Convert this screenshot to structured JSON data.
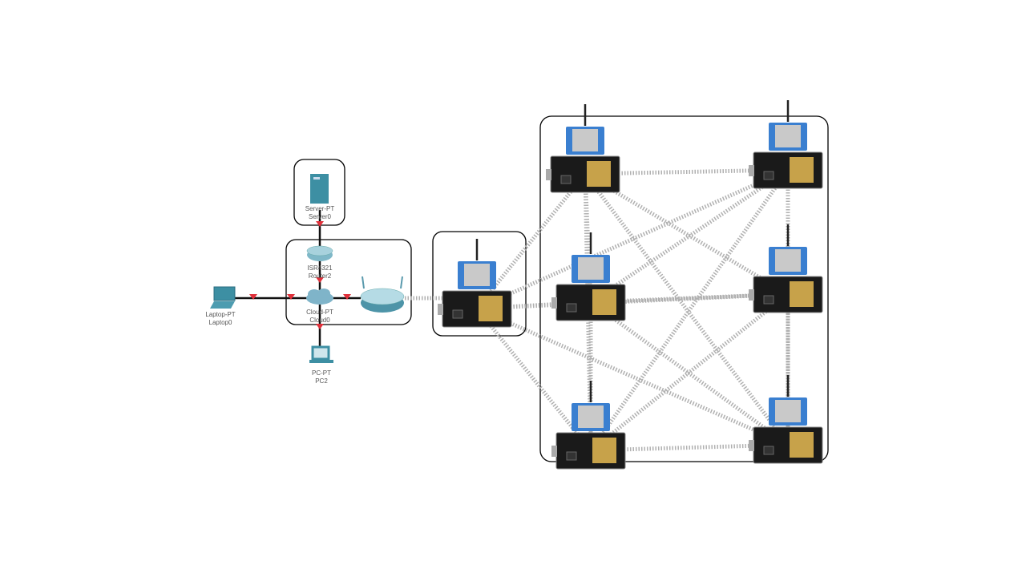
{
  "devices": {
    "server": {
      "model": "Server-PT",
      "name": "Server0"
    },
    "router": {
      "model": "ISR4321",
      "name": "Router2"
    },
    "cloud": {
      "model": "Cloud-PT",
      "name": "Cloud0"
    },
    "laptop": {
      "model": "Laptop-PT",
      "name": "Laptop0"
    },
    "pc": {
      "model": "PC-PT",
      "name": "PC2"
    }
  },
  "colors": {
    "link": "#111111",
    "link_marker": "#e0303a",
    "wireless": "#b0b0b0",
    "device_teal": "#3d8fa3",
    "esp_board": "#1a1a1a",
    "lora_module": "#3a7fd0"
  }
}
